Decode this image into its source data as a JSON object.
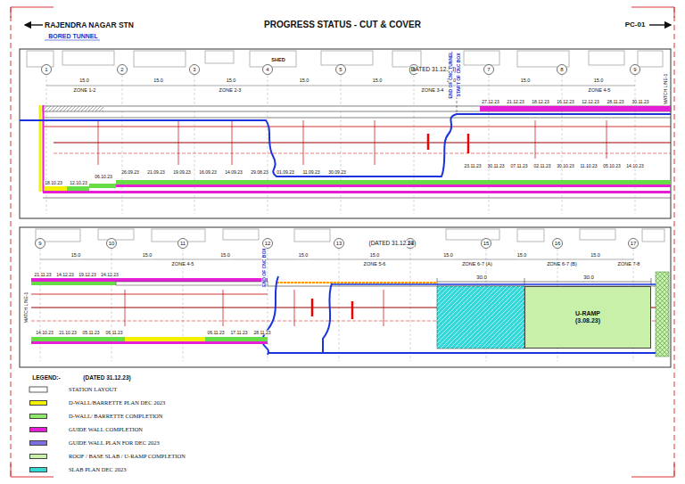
{
  "diagram": {
    "title": "PROGRESS STATUS - CUT & COVER",
    "nodes": [
      {
        "text": [
          "U-RAMP (3.08.23)"
        ]
      }
    ],
    "labels": [
      "RAJENDRA NAGAR STN",
      "PC-01",
      "BORED TUNNEL",
      "(DATED 31.12.23)",
      "1",
      "2",
      "3",
      "4",
      "5",
      "6",
      "7",
      "8",
      "9",
      "15.0",
      "15.0",
      "15.0",
      "15.0",
      "15.0",
      "15.0",
      "15.0",
      "15.0",
      "ZONE 1-2",
      "ZONE 2-3",
      "ZONE 3-4",
      "ZONE 4-5",
      "MATCH LINE-1",
      "END OF CNC TUNNEL",
      "START OF CNC BOX",
      "27.12.23",
      "21.12.23",
      "18.12.23",
      "16.12.23",
      "12.12.23",
      "28.11.23",
      "30.11.23",
      "23.11.23",
      "30.11.23",
      "07.11.23",
      "02.11.23",
      "30.10.23",
      "11.10.23",
      "05.10.23",
      "14.10.23",
      "18.10.23",
      "12.10.23",
      "06.10.23",
      "26.09.23",
      "21.09.23",
      "19.09.23",
      "16.09.23",
      "14.09.23",
      "29.08.23",
      "01.09.23",
      "11.09.23",
      "30.09.23",
      "MATCH LINE-1",
      "(DATED 31.12.23)",
      "9",
      "10",
      "11",
      "12",
      "13",
      "14",
      "15",
      "16",
      "17",
      "15.0",
      "15.0",
      "15.0",
      "15.0",
      "15.0",
      "15.0",
      "15.0",
      "15.0",
      "ZONE 4-5",
      "ZONE 5-6",
      "ZONE 6-7 (A)",
      "ZONE 6-7 (B)",
      "ZONE 7-8",
      "END OF CNC BOX",
      "21.11.23",
      "14.12.23",
      "19.12.23",
      "24.12.23",
      "30.0",
      "30.0",
      "14.10.23",
      "21.10.23",
      "05.11.23",
      "06.11.23",
      "06.11.23",
      "17.11.23",
      "28.11.23",
      "LEGEND:-",
      "(DATED 31.12.23)",
      "SHED"
    ],
    "legend": [
      {
        "text": "STATION LAYOUT"
      },
      {
        "text": "D-WALL/BARRETTE PLAN DEC 2023",
        "color": "#f2f200"
      },
      {
        "text": "D-WALL/ BARRETTE COMPLETION",
        "color": "#8fe86a"
      },
      {
        "text": "GUIDE WALL COMPLETION",
        "color": "#e61fd6"
      },
      {
        "text": "GUIDE WALL PLAN FOR DEC 2023",
        "color": "#7a6fe0"
      },
      {
        "text": "ROOF / BASE SLAB / U-RAMP COMPLETION",
        "color": "#c9f0a8"
      },
      {
        "text": "SLAB PLAN DEC 2023",
        "color": "#33d9d9"
      }
    ]
  }
}
